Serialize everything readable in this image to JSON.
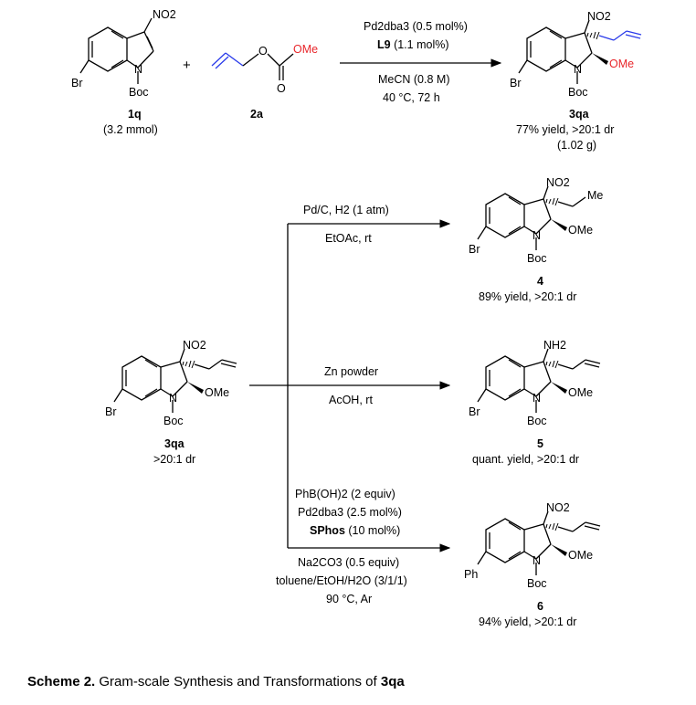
{
  "molecules": {
    "m1q": {
      "no2": "NO2",
      "br": "Br",
      "boc": "Boc",
      "n": "N"
    },
    "m2a": {
      "o1": "O",
      "ome": "OMe",
      "o2": "O"
    },
    "m3qa_top": {
      "no2": "NO2",
      "br": "Br",
      "boc": "Boc",
      "n": "N",
      "ome": "OMe"
    },
    "m4": {
      "no2": "NO2",
      "br": "Br",
      "boc": "Boc",
      "n": "N",
      "ome": "OMe",
      "me": "Me"
    },
    "m3qa_mid": {
      "no2": "NO2",
      "br": "Br",
      "boc": "Boc",
      "n": "N",
      "ome": "OMe"
    },
    "m5": {
      "nh2": "NH2",
      "br": "Br",
      "boc": "Boc",
      "n": "N",
      "ome": "OMe"
    },
    "m6": {
      "no2": "NO2",
      "ph": "Ph",
      "boc": "Boc",
      "n": "N",
      "ome": "OMe"
    }
  },
  "labels": {
    "l1q": "1q",
    "l1q_sub": "(3.2 mmol)",
    "plus": "+",
    "l2a": "2a",
    "l3qa_top": "3qa",
    "l3qa_top_yield": "77% yield, >20:1 dr",
    "l3qa_top_mass": "(1.02 g)",
    "l4": "4",
    "l4_yield": "89% yield, >20:1 dr",
    "l3qa_mid": "3qa",
    "l3qa_mid_dr": ">20:1 dr",
    "l5": "5",
    "l5_yield": "quant. yield, >20:1 dr",
    "l6": "6",
    "l6_yield": "94% yield, >20:1 dr"
  },
  "conditions": {
    "top": {
      "cat": "Pd2dba3 (0.5 mol%)",
      "lig_bold": "L9",
      "lig_rest": " (1.1 mol%)",
      "solvent": "MeCN (0.8 M)",
      "temp": "40 °C, 72 h"
    },
    "a": {
      "line1": "Pd/C, H2 (1 atm)",
      "line2": "EtOAc, rt"
    },
    "b": {
      "line1": "Zn powder",
      "line2": "AcOH, rt"
    },
    "c": {
      "line1": "PhB(OH)2 (2 equiv)",
      "line2": "Pd2dba3 (2.5 mol%)",
      "line3_bold": "SPhos",
      "line3_rest": " (10 mol%)",
      "line4": "Na2CO3 (0.5 equiv)",
      "line5": "toluene/EtOH/H2O (3/1/1)",
      "line6": "90 °C, Ar"
    }
  },
  "caption": {
    "prefix": "Scheme 2.",
    "text": " Gram-scale Synthesis and Transformations of ",
    "compound": "3qa"
  },
  "colors": {
    "allyl": "#2a3bea",
    "ome_reagent": "#e8262b",
    "ome_product": "#e8262b",
    "lines": "#000000"
  }
}
